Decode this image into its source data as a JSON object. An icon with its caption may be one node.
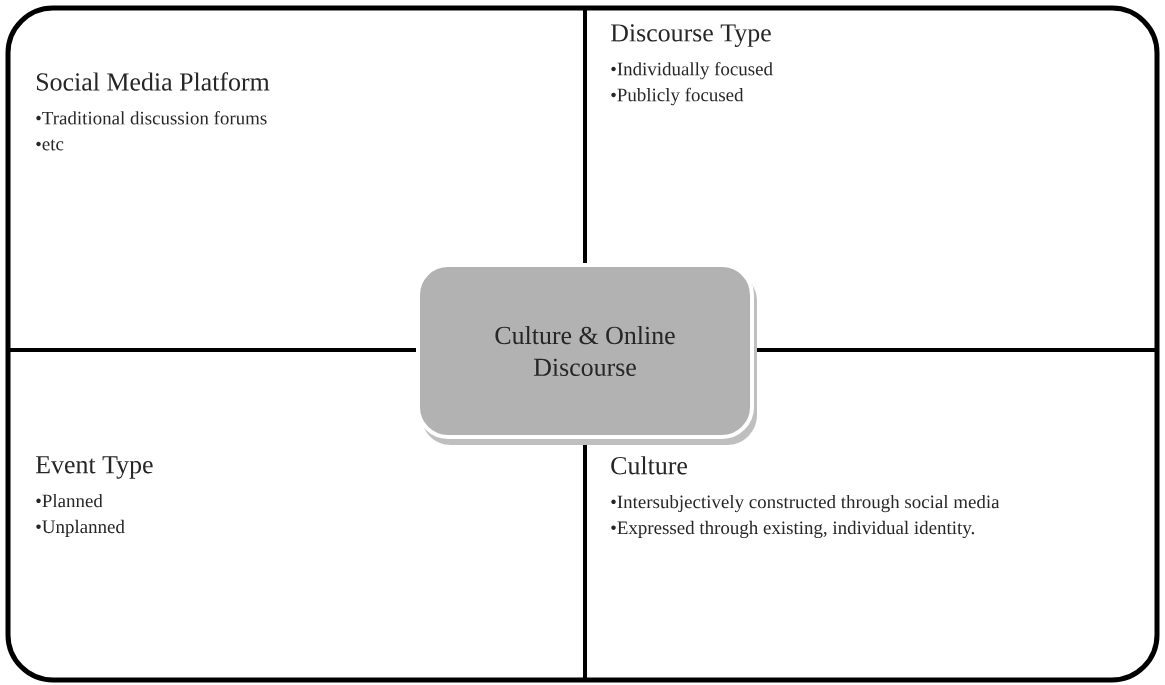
{
  "diagram": {
    "nodes": [
      {
        "text": [
          "Social Media Platform",
          "•Traditional discussion forums",
          "•etc"
        ]
      },
      {
        "text": [
          "Discourse Type",
          "•Individually focused",
          "•Publicly focused"
        ]
      },
      {
        "text": [
          "Event Type",
          "•Planned",
          "•Unplanned"
        ]
      },
      {
        "text": [
          "Culture",
          "•Intersubjectively constructed through social media",
          "•Expressed through existing, individual identity."
        ]
      },
      {
        "text": [
          "Culture & Online Discourse"
        ]
      }
    ]
  }
}
